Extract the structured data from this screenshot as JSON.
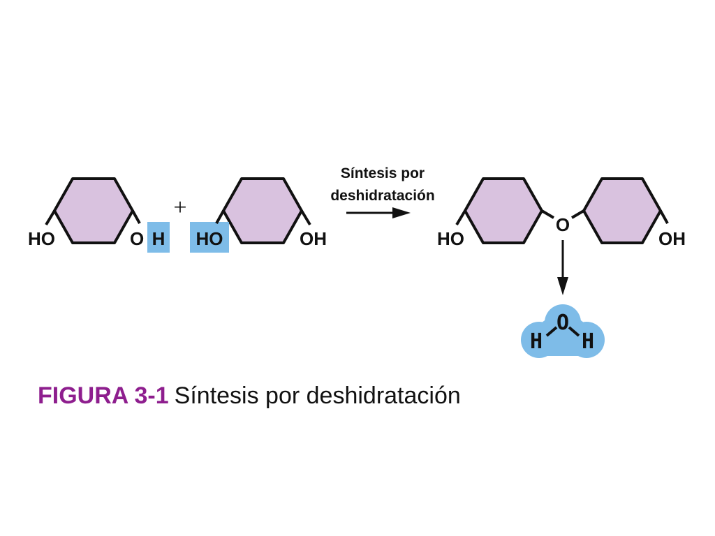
{
  "colors": {
    "ring_fill": "#d9c2df",
    "highlight": "#7ebce8",
    "caption_figure": "#8e1e8e",
    "line": "#111111"
  },
  "reactant_1": {
    "left_group": "HO",
    "right_o": "O",
    "right_h": "H"
  },
  "plus_sign": "+",
  "reactant_2": {
    "left_group": "HO",
    "right_group": "OH"
  },
  "arrow_label": {
    "line1": "Síntesis por",
    "line2": "deshidratación"
  },
  "product": {
    "left_group": "HO",
    "bridge_o": "O",
    "right_group": "OH"
  },
  "water": {
    "o": "O",
    "h_left": "H",
    "h_right": "H"
  },
  "caption": {
    "figure": "FIGURA 3-1",
    "text": "Síntesis por deshidratación"
  }
}
